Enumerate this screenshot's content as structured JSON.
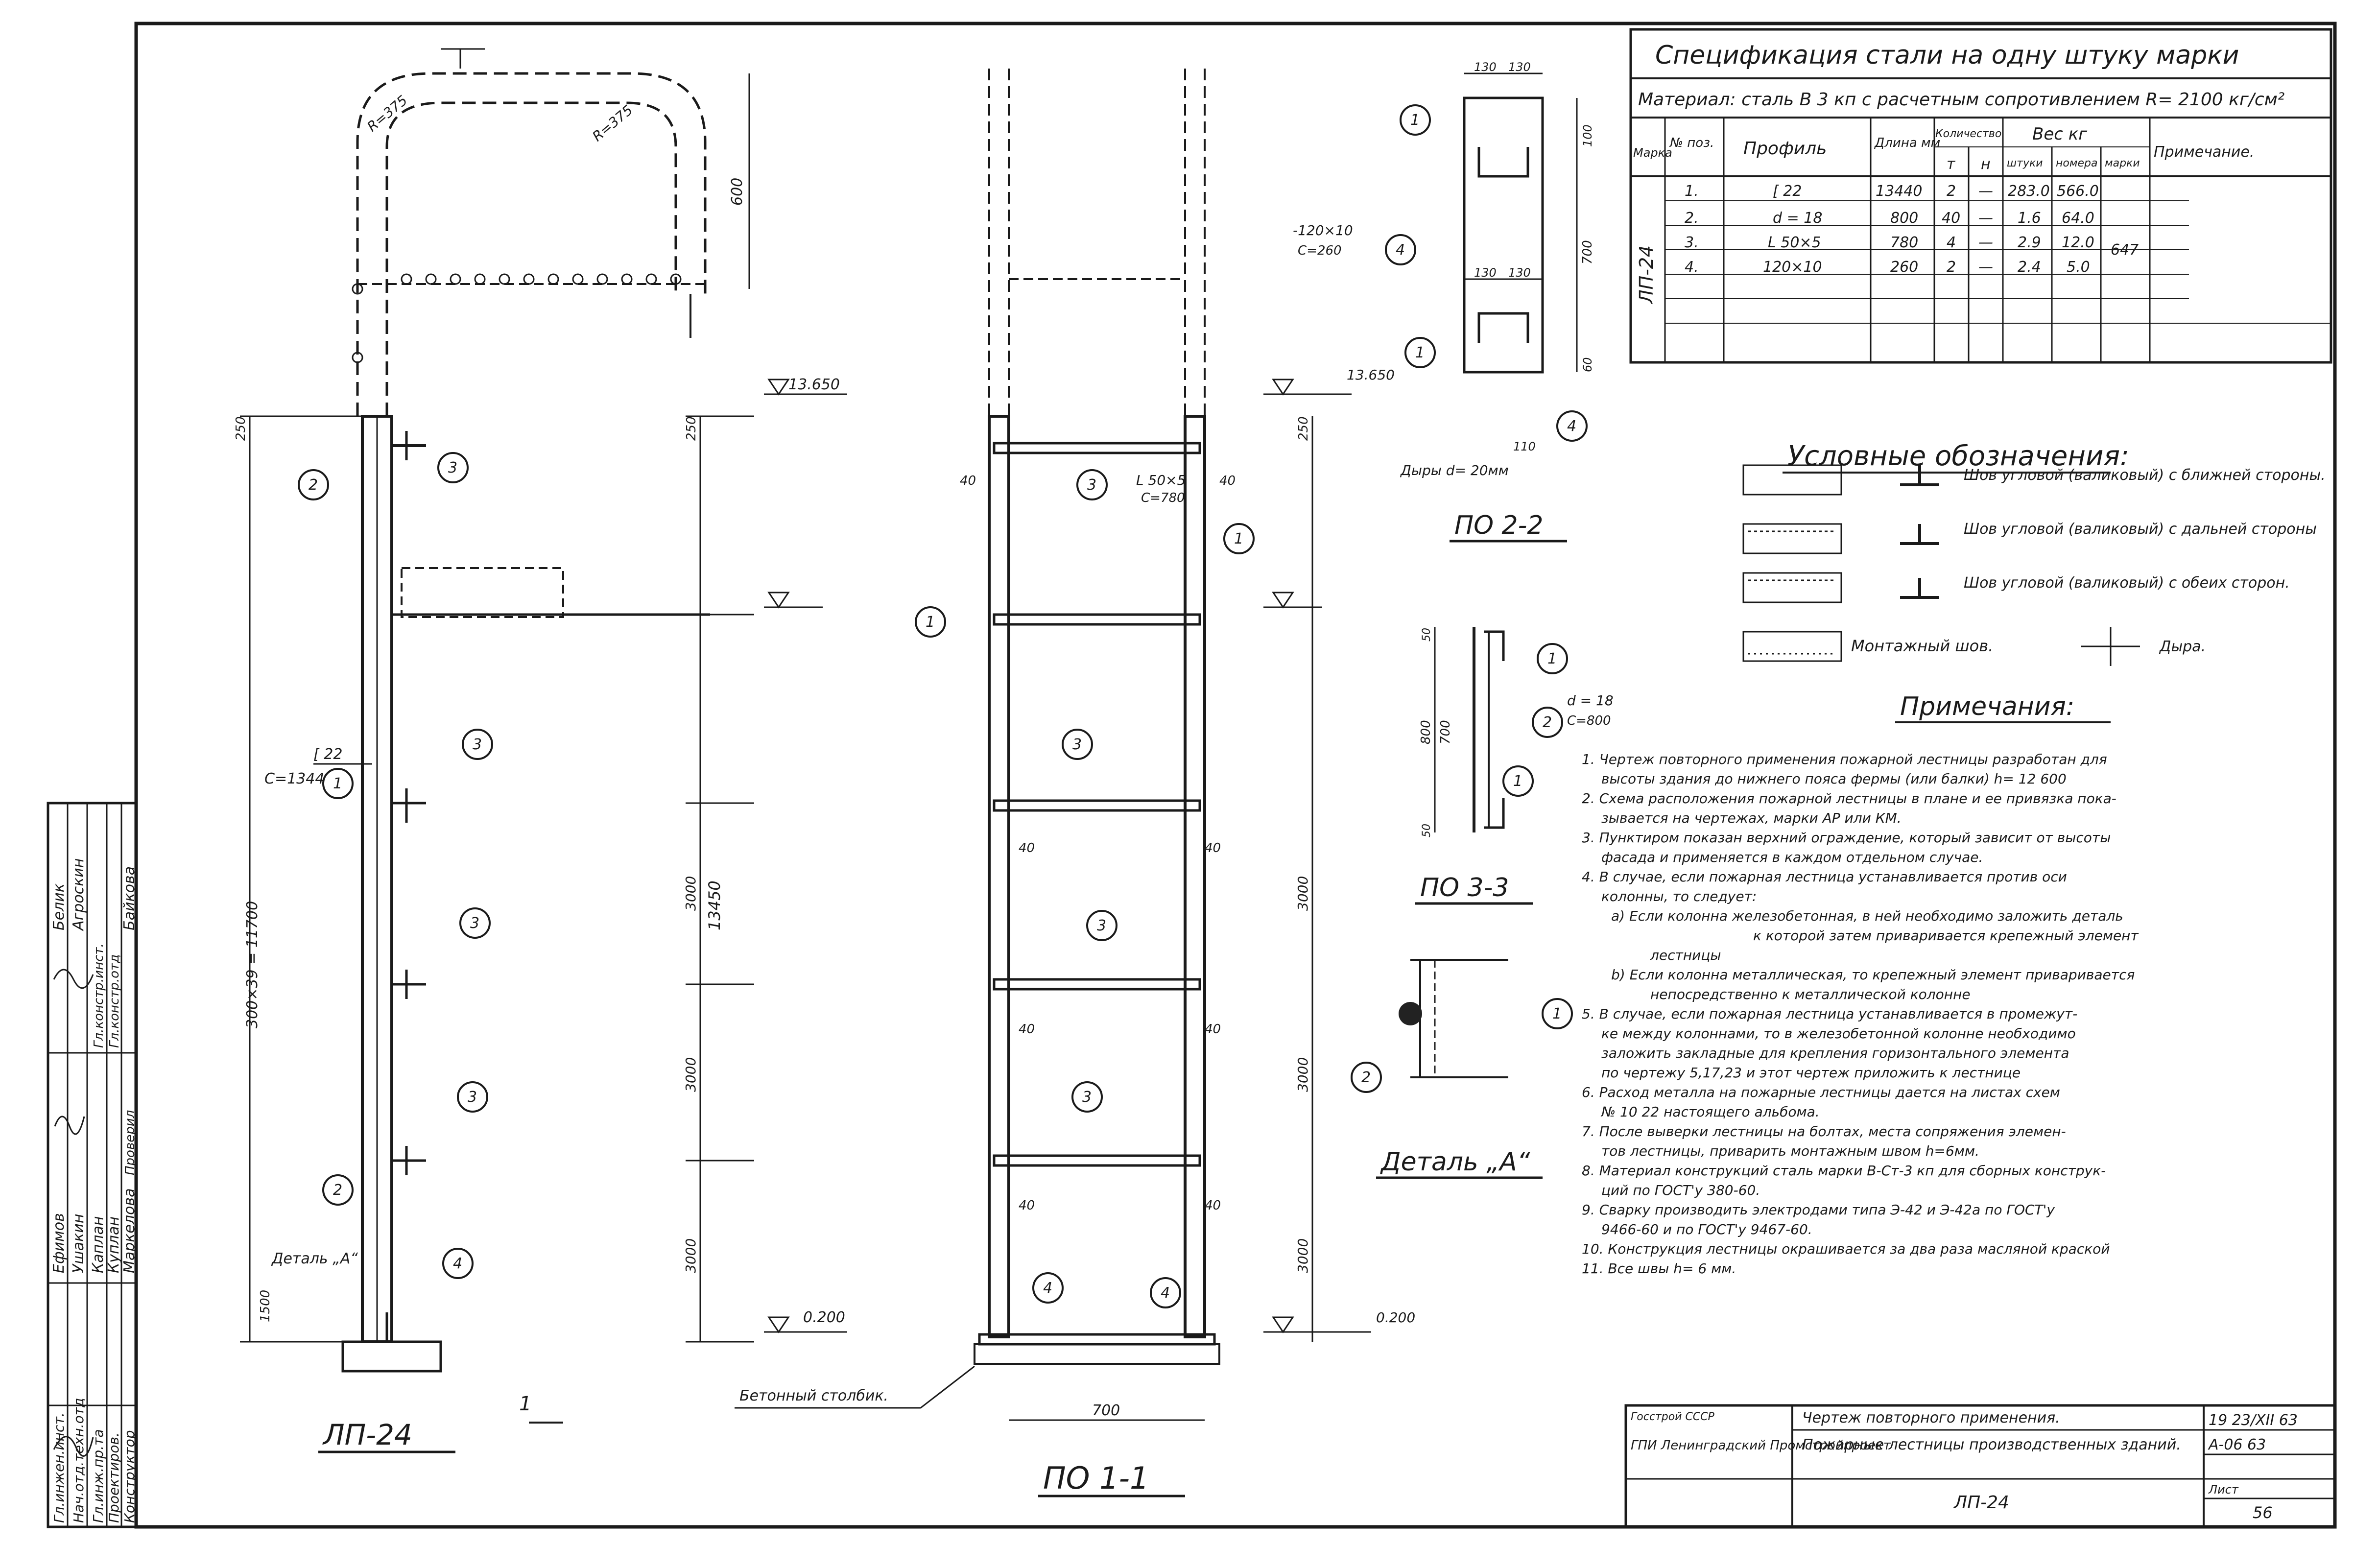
{
  "spec": {
    "title": "Спецификация стали на одну штуку марки",
    "material": "Материал: сталь В 3 кп с расчетным сопротивлением R= 2100 кг/см²",
    "headers": {
      "mark": "Марка",
      "pos": "№ поз.",
      "profile": "Профиль",
      "length": "Длина мм",
      "qty": "Количество",
      "qty_t": "т",
      "qty_n": "н",
      "weight": "Вес кг",
      "w_unit": "штуки",
      "w_total": "номера",
      "w_mark": "марки",
      "note": "Примечание."
    },
    "mark_value": "ЛП-24",
    "rows": [
      {
        "pos": "1.",
        "profile": "[ 22",
        "length": "13440",
        "t": "2",
        "n": "—",
        "unit": "283.0",
        "total": "566.0"
      },
      {
        "pos": "2.",
        "profile": "d = 18",
        "length": "800",
        "t": "40",
        "n": "—",
        "unit": "1.6",
        "total": "64.0"
      },
      {
        "pos": "3.",
        "profile": "L 50×5",
        "length": "780",
        "t": "4",
        "n": "—",
        "unit": "2.9",
        "total": "12.0"
      },
      {
        "pos": "4.",
        "profile": "120×10",
        "length": "260",
        "t": "2",
        "n": "—",
        "unit": "2.4",
        "total": "5.0"
      }
    ],
    "mark_weight": "647"
  },
  "legend": {
    "title": "Условные обозначения:",
    "items": [
      {
        "text": "Шов угловой (валиковый) с ближней стороны."
      },
      {
        "text": "Шов угловой (валиковый) с дальней стороны"
      },
      {
        "text": "Шов угловой (валиковый) с обеих сторон."
      }
    ],
    "mount_weld": "Монтажный шов.",
    "hole": "Дыра."
  },
  "notes": {
    "title": "Примечания:",
    "items": [
      "1. Чертеж повторного применения пожарной лестницы разработан для",
      "высоты здания до нижнего пояса фермы (или балки) h= 12 600",
      "2. Схема расположения пожарной лестницы в плане и ее привязка пока-",
      "зывается на чертежах, марки АР или КМ.",
      "3. Пунктиром показан верхний ограждение, который зависит от высоты",
      "фасада и применяется в каждом отдельном случае.",
      "4. В случае, если пожарная лестница устанавливается против оси",
      "колонны, то следует:",
      "а) Если колонна железобетонная, в ней необходимо заложить деталь",
      "к которой затем приваривается крепежный элемент",
      "лестницы",
      "b) Если колонна металлическая, то крепежный элемент приваривается",
      "непосредственно к металлической колонне",
      "5. В случае, если пожарная лестница устанавливается в промежут-",
      "ке между колоннами, то в железобетонной колонне необходимо",
      "заложить закладные для крепления горизонтального элемента",
      "по чертежу 5,17,23 и этот чертеж приложить к лестнице",
      "6. Расход металла на пожарные лестницы дается на листах схем",
      "№ 10 22 настоящего альбома.",
      "7. После выверки лестницы на болтах, места сопряжения элемен-",
      "тов лестницы, приварить монтажным швом h=6мм.",
      "8. Материал конструкций сталь марки В-Ст-3 кп для сборных конструк-",
      "ций по ГОСТ'у 380-60.",
      "9. Сварку производить электродами типа Э-42 и Э-42а по ГОСТ'у",
      "9466-60 и по ГОСТ'у 9467-60.",
      "10. Конструкция лестницы окрашивается за два раза масляной краской",
      "11. Все швы h= 6 мм."
    ]
  },
  "views": {
    "side_title": "ЛП-24",
    "front_title": "ПО 1-1",
    "sec22": "ПО 2-2",
    "sec33": "ПО 3-3",
    "detail": "Деталь „А“",
    "holes": "Дыры d= 20мм",
    "concrete": "Бетонный столбик.",
    "detail_ref": "Деталь „А“"
  },
  "dims": {
    "el_top": "13.650",
    "el_bot": "0.200",
    "h_total": "13450",
    "step_total": "300×39 = 11700",
    "d3000": "3000",
    "d250": "250",
    "d1500": "1500",
    "d700": "700",
    "d800": "800",
    "d600": "600",
    "d40": "40",
    "r375": "R=375",
    "ch22": "[ 22",
    "ch_len": "C=13440",
    "ang": "L 50×5",
    "ang_len": "C=780",
    "rod": "d = 18",
    "rod_len": "C=800",
    "plate": "-120×10",
    "plate_len": "C=260",
    "d130": "130",
    "d110": "110",
    "d60": "60",
    "d50": "50",
    "d100": "100"
  },
  "titleblock": {
    "org1": "Госстрой СССР",
    "org2": "ГПИ Ленинградский Промстройпроект",
    "doc": "Чертеж повторного применения.",
    "name": "Пожарные лестницы производственных зданий.",
    "sheet_name": "ЛП-24",
    "code1": "19 23/XII 63",
    "code2": "А-06 63",
    "sheet_label": "Лист",
    "sheet_no": "56"
  },
  "signatures": {
    "roles": [
      "Гл.инжен.инст.",
      "Нач.отд.техн.отд",
      "Гл.инж.пр.та",
      "Проектиров.",
      "Конструктор"
    ],
    "names": [
      "Ефимов",
      "Ушакин",
      "Каплан",
      "Куплан",
      "Маркелова"
    ],
    "extra": [
      "Белик",
      "Агроскин",
      "Байкова",
      "Гл.констр.инст.",
      "Гл.констр.отд",
      "Проверил"
    ]
  }
}
